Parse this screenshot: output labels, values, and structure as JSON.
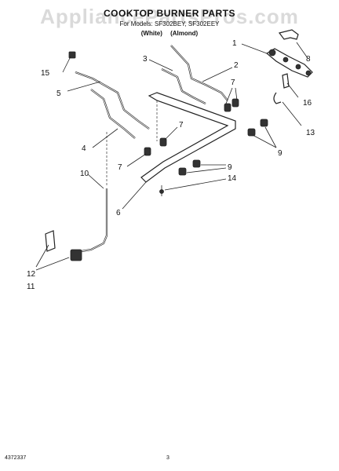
{
  "header": {
    "title": "COOKTOP BURNER PARTS",
    "model_line": "For Models: SF302BEY, SF302EEY",
    "variants": [
      "(White)",
      "(Almond)"
    ]
  },
  "watermark": "AppliancePartsPros.com",
  "footer": {
    "doc_number": "4372337",
    "page_number": "3"
  },
  "callouts": [
    {
      "id": "c1",
      "label": "1"
    },
    {
      "id": "c2",
      "label": "2"
    },
    {
      "id": "c3",
      "label": "3"
    },
    {
      "id": "c4",
      "label": "4"
    },
    {
      "id": "c5",
      "label": "5"
    },
    {
      "id": "c6",
      "label": "6"
    },
    {
      "id": "c7a",
      "label": "7"
    },
    {
      "id": "c7b",
      "label": "7"
    },
    {
      "id": "c7c",
      "label": "7"
    },
    {
      "id": "c8",
      "label": "8"
    },
    {
      "id": "c9a",
      "label": "9"
    },
    {
      "id": "c9b",
      "label": "9"
    },
    {
      "id": "c10",
      "label": "10"
    },
    {
      "id": "c11",
      "label": "11"
    },
    {
      "id": "c12",
      "label": "12"
    },
    {
      "id": "c13",
      "label": "13"
    },
    {
      "id": "c14",
      "label": "14"
    },
    {
      "id": "c15",
      "label": "15"
    },
    {
      "id": "c16",
      "label": "16"
    }
  ]
}
